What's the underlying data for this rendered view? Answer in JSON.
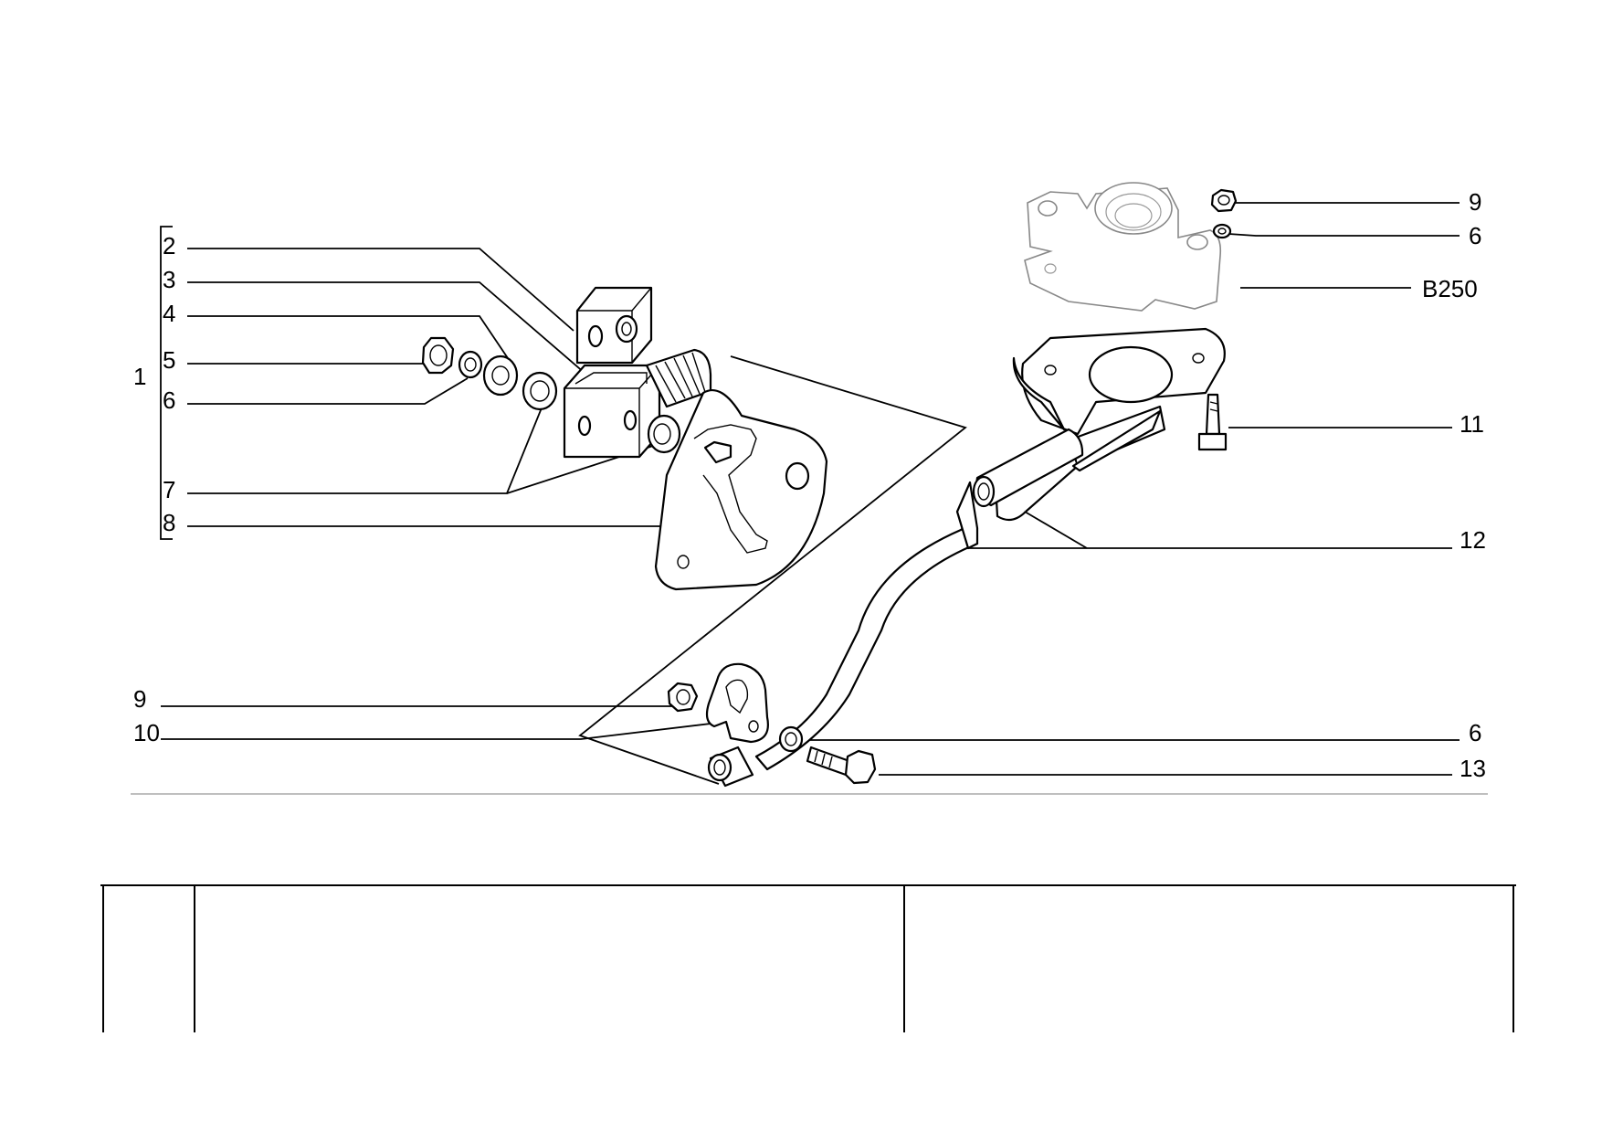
{
  "diagram": {
    "refs": {
      "r1": "1",
      "r2": "2",
      "r3": "3",
      "r4": "4",
      "r5": "5",
      "r6a": "6",
      "r7": "7",
      "r8": "8",
      "r9a": "9",
      "r10": "10",
      "r9b": "9",
      "r6b": "6",
      "rB250": "B250",
      "r11": "11",
      "r12": "12",
      "r6c": "6",
      "r13": "13"
    }
  },
  "parts_table": {
    "columns": 3,
    "cells": [
      "",
      "",
      ""
    ]
  }
}
